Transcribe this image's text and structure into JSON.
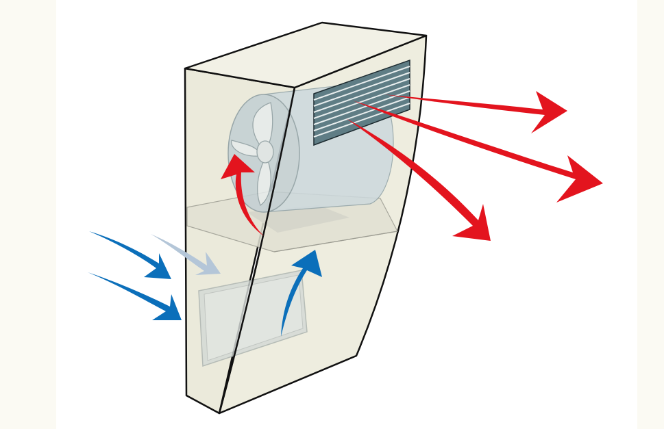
{
  "colors": {
    "background": "#ffffff",
    "margin_background": "#fbfaf3",
    "cabinet": "#ebeadb",
    "cabinet_outline": "#111111",
    "fan": "#c9d6da",
    "grille": "#4d6a72",
    "filter": "#cfd5d2",
    "hot_air": "#e3141e",
    "cool_air": "#0b6fba",
    "cool_air_faded": "#b4c6d8"
  },
  "icons": {
    "hot_air": "red-arrow",
    "cool_air": "blue-arrow",
    "fan": "fan-icon",
    "grille": "vent-grille"
  }
}
